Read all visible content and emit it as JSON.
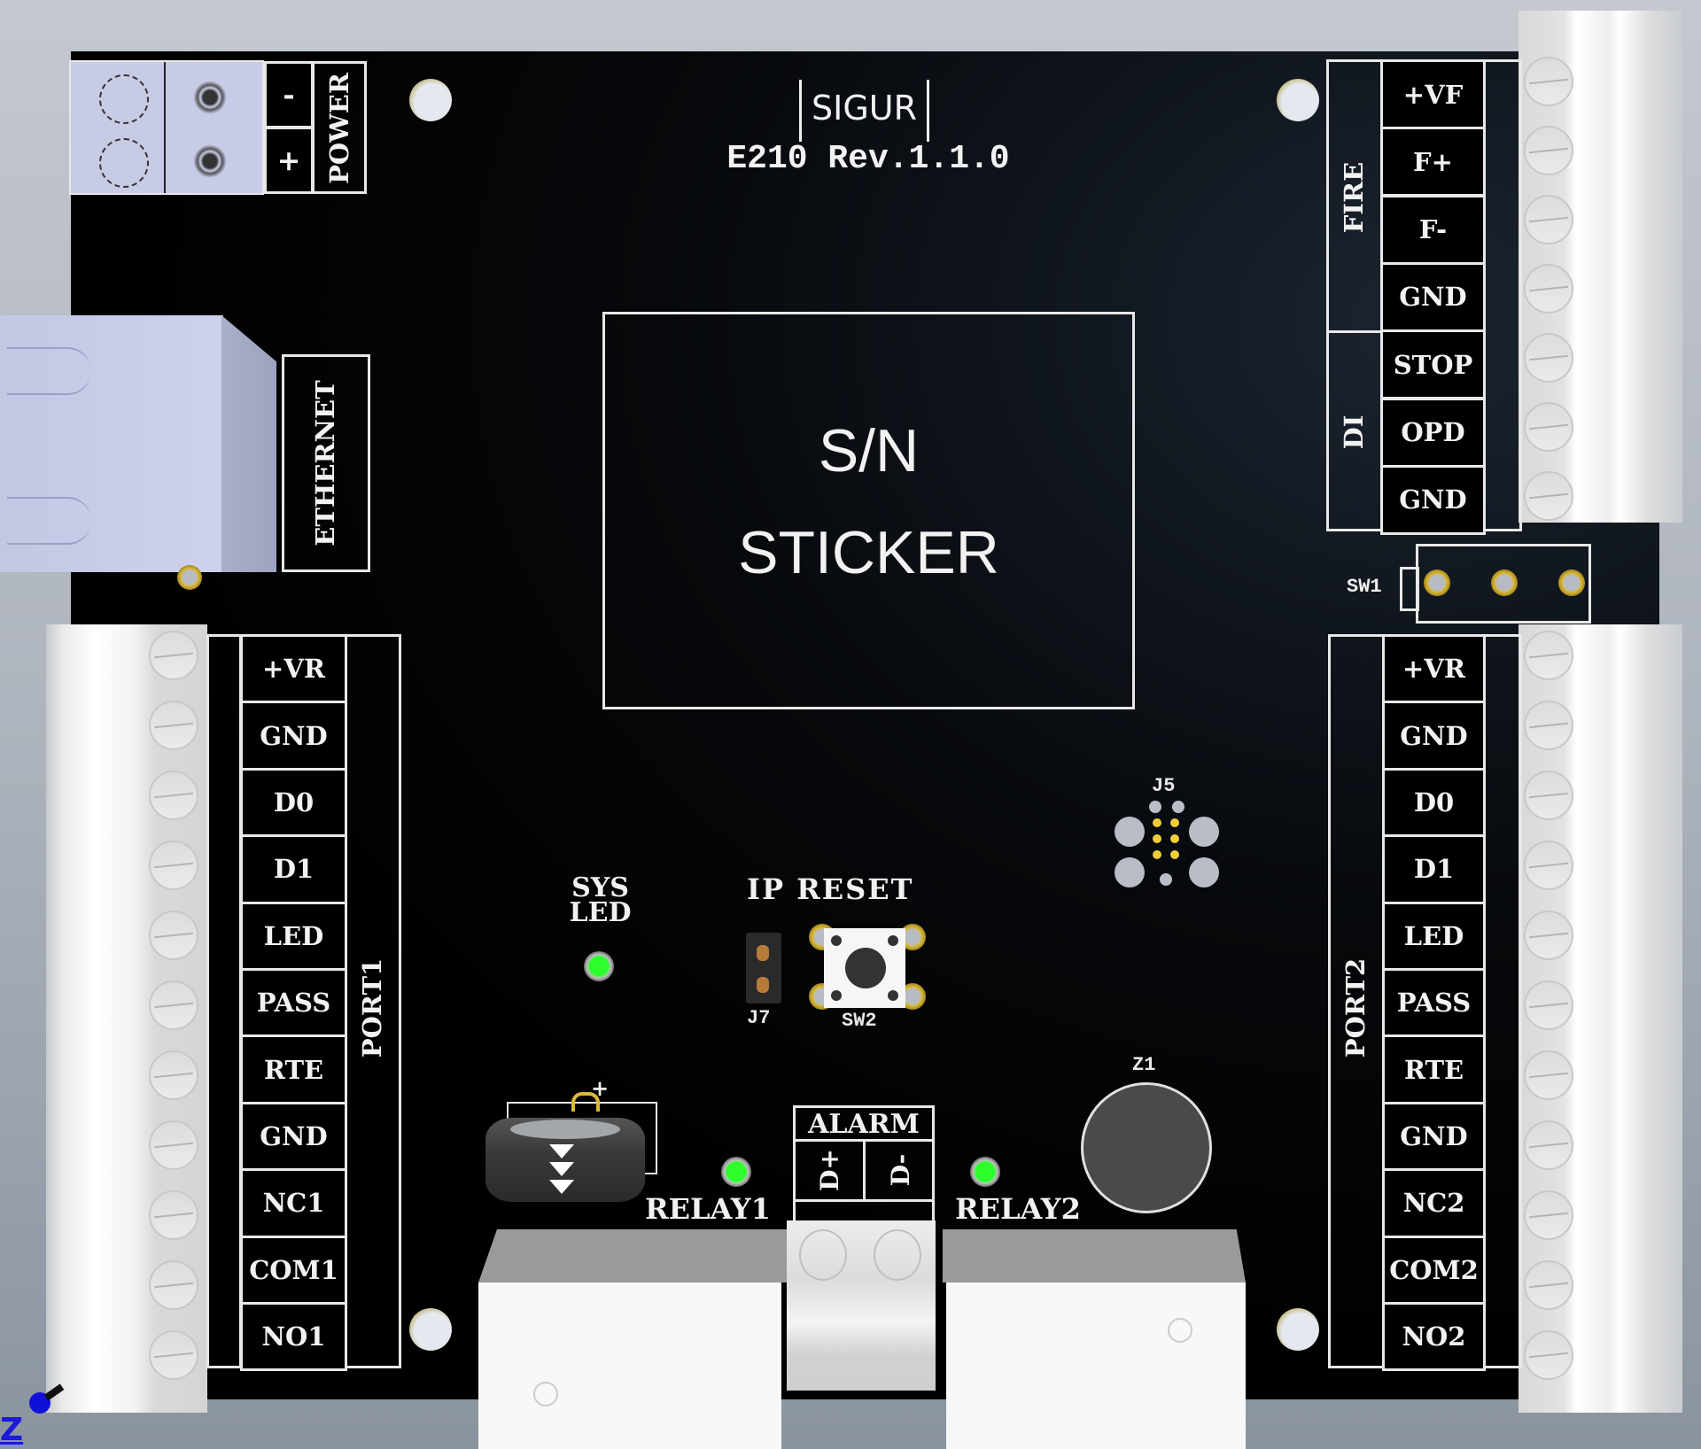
{
  "board": {
    "brand": "SIGUR",
    "model": "E210 Rev.1.1.0",
    "sticker": {
      "line1": "S/N",
      "line2": "STICKER"
    },
    "colors": {
      "pcb": "#000000",
      "silk": "#f1f1f1",
      "led_on": "#2cff2c",
      "pad_gold": "#d9b93a",
      "background": "#aeb4bd"
    }
  },
  "power": {
    "group_label": "POWER",
    "pins": [
      "-",
      "+"
    ]
  },
  "ethernet": {
    "label": "ETHERNET"
  },
  "port1": {
    "group_label": "PORT1",
    "pins": [
      "+VR",
      "GND",
      "D0",
      "D1",
      "LED",
      "PASS",
      "RTE",
      "GND",
      "NC1",
      "COM1",
      "NO1"
    ]
  },
  "fire": {
    "group_label": "FIRE",
    "pins": [
      "+VF",
      "F+",
      "F-",
      "GND"
    ]
  },
  "di": {
    "group_label": "DI",
    "pins": [
      "STOP",
      "OPD",
      "GND"
    ]
  },
  "port2": {
    "group_label": "PORT2",
    "pins": [
      "+VR",
      "GND",
      "D0",
      "D1",
      "LED",
      "PASS",
      "RTE",
      "GND",
      "NC2",
      "COM2",
      "NO2"
    ]
  },
  "components": {
    "sw1": "SW1",
    "j5": "J5",
    "sys_led": {
      "line1": "SYS",
      "line2": "LED"
    },
    "ip_reset": "IP RESET",
    "j7": "J7",
    "sw2": "SW2",
    "z1": "Z1",
    "battery_plus": "+",
    "alarm": {
      "label": "ALARM",
      "pins": [
        "D+",
        "D-"
      ]
    },
    "relay1": "RELAY1",
    "relay2": "RELAY2"
  },
  "viewport": {
    "axis_label": "Z"
  }
}
